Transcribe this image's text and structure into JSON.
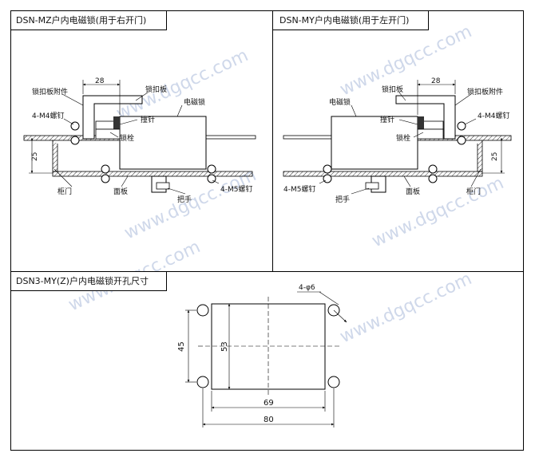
{
  "panels": {
    "mz": {
      "title": "DSN-MZ户内电磁锁(用于右开门)",
      "labels": {
        "lock_plate_attachment": "锁扣板附件",
        "lock_plate": "锁扣板",
        "em_lock": "电磁锁",
        "striker": "撞针",
        "screw_m4": "4-M4螺钉",
        "lock_bolt": "锁栓",
        "cabinet_door": "柜门",
        "face_panel": "面板",
        "handle": "把手",
        "screw_m5": "4-M5螺钉"
      },
      "dims": {
        "width": "28",
        "height": "25"
      }
    },
    "my": {
      "title": "DSN-MY户内电磁锁(用于左开门)",
      "labels": {
        "lock_plate": "锁扣板",
        "em_lock": "电磁锁",
        "striker": "撞针",
        "lock_plate_attachment": "锁扣板附件",
        "screw_m4": "4-M4螺钉",
        "lock_bolt": "锁栓",
        "cabinet_door": "柜门",
        "face_panel": "面板",
        "handle": "把手",
        "screw_m5": "4-M5螺钉"
      },
      "dims": {
        "width": "28",
        "height": "25"
      }
    },
    "cutout": {
      "title": "DSN3-MY(Z)户内电磁锁开孔尺寸",
      "holes": "4-φ6",
      "dims": {
        "h_outer": "45",
        "h_inner": "53",
        "w_inner": "69",
        "w_outer": "80"
      }
    }
  },
  "watermark": "www.dgqcc.com"
}
